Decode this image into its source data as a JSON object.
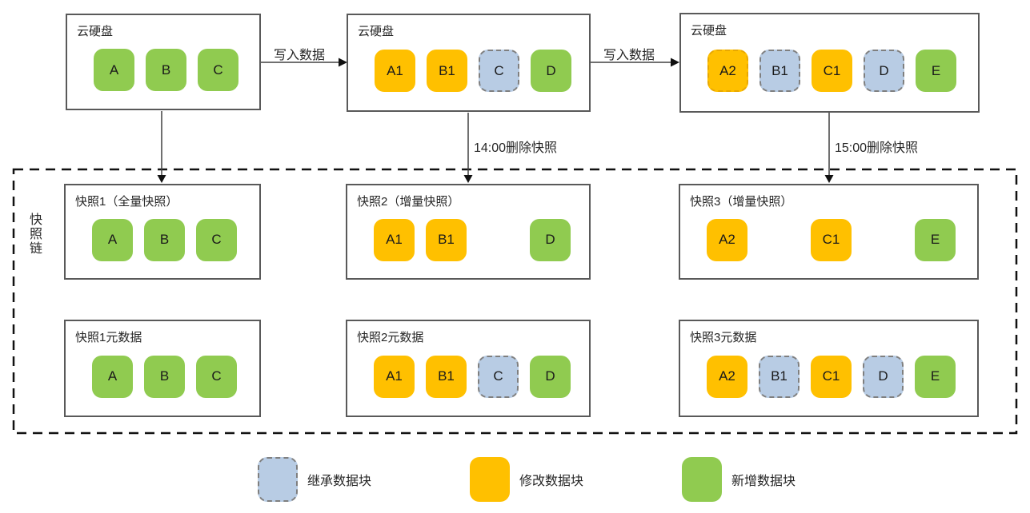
{
  "colors": {
    "new": "#90CB50",
    "modified": "#FFC000",
    "inherited": "#B8CCE4",
    "inherited_border": "#7F7F7F",
    "modified_dashed_border": "#E9A800",
    "box_border": "#595959",
    "arrow": "#404040"
  },
  "disks": [
    {
      "title": "云硬盘",
      "blocks": [
        {
          "label": "A",
          "type": "new"
        },
        {
          "label": "B",
          "type": "new"
        },
        {
          "label": "C",
          "type": "new"
        }
      ]
    },
    {
      "title": "云硬盘",
      "blocks": [
        {
          "label": "A1",
          "type": "modified"
        },
        {
          "label": "B1",
          "type": "modified"
        },
        {
          "label": "C",
          "type": "inherited"
        },
        {
          "label": "D",
          "type": "new"
        }
      ]
    },
    {
      "title": "云硬盘",
      "blocks": [
        {
          "label": "A2",
          "type": "modified_dashed"
        },
        {
          "label": "B1",
          "type": "inherited"
        },
        {
          "label": "C1",
          "type": "modified"
        },
        {
          "label": "D",
          "type": "inherited"
        },
        {
          "label": "E",
          "type": "new"
        }
      ]
    }
  ],
  "flow": {
    "write_label_1": "写入数据",
    "write_label_2": "写入数据",
    "delete_label_1": "14:00删除快照",
    "delete_label_2": "15:00删除快照"
  },
  "chain": {
    "label": "快照链"
  },
  "snapshots": [
    {
      "title": "快照1（全量快照）",
      "blocks": [
        {
          "label": "A",
          "type": "new"
        },
        {
          "label": "B",
          "type": "new"
        },
        {
          "label": "C",
          "type": "new"
        }
      ]
    },
    {
      "title": "快照2（增量快照）",
      "blocks": [
        {
          "label": "A1",
          "type": "modified"
        },
        {
          "label": "B1",
          "type": "modified"
        },
        {
          "label": "",
          "type": "empty"
        },
        {
          "label": "D",
          "type": "new"
        }
      ]
    },
    {
      "title": "快照3（增量快照）",
      "blocks": [
        {
          "label": "A2",
          "type": "modified"
        },
        {
          "label": "",
          "type": "empty"
        },
        {
          "label": "C1",
          "type": "modified"
        },
        {
          "label": "",
          "type": "empty"
        },
        {
          "label": "E",
          "type": "new"
        }
      ]
    }
  ],
  "metadata": [
    {
      "title": "快照1元数据",
      "blocks": [
        {
          "label": "A",
          "type": "new"
        },
        {
          "label": "B",
          "type": "new"
        },
        {
          "label": "C",
          "type": "new"
        }
      ]
    },
    {
      "title": "快照2元数据",
      "blocks": [
        {
          "label": "A1",
          "type": "modified"
        },
        {
          "label": "B1",
          "type": "modified"
        },
        {
          "label": "C",
          "type": "inherited"
        },
        {
          "label": "D",
          "type": "new"
        }
      ]
    },
    {
      "title": "快照3元数据",
      "blocks": [
        {
          "label": "A2",
          "type": "modified"
        },
        {
          "label": "B1",
          "type": "inherited"
        },
        {
          "label": "C1",
          "type": "modified"
        },
        {
          "label": "D",
          "type": "inherited"
        },
        {
          "label": "E",
          "type": "new"
        }
      ]
    }
  ],
  "legend": [
    {
      "label": "继承数据块",
      "type": "inherited"
    },
    {
      "label": "修改数据块",
      "type": "modified"
    },
    {
      "label": "新增数据块",
      "type": "new"
    }
  ]
}
